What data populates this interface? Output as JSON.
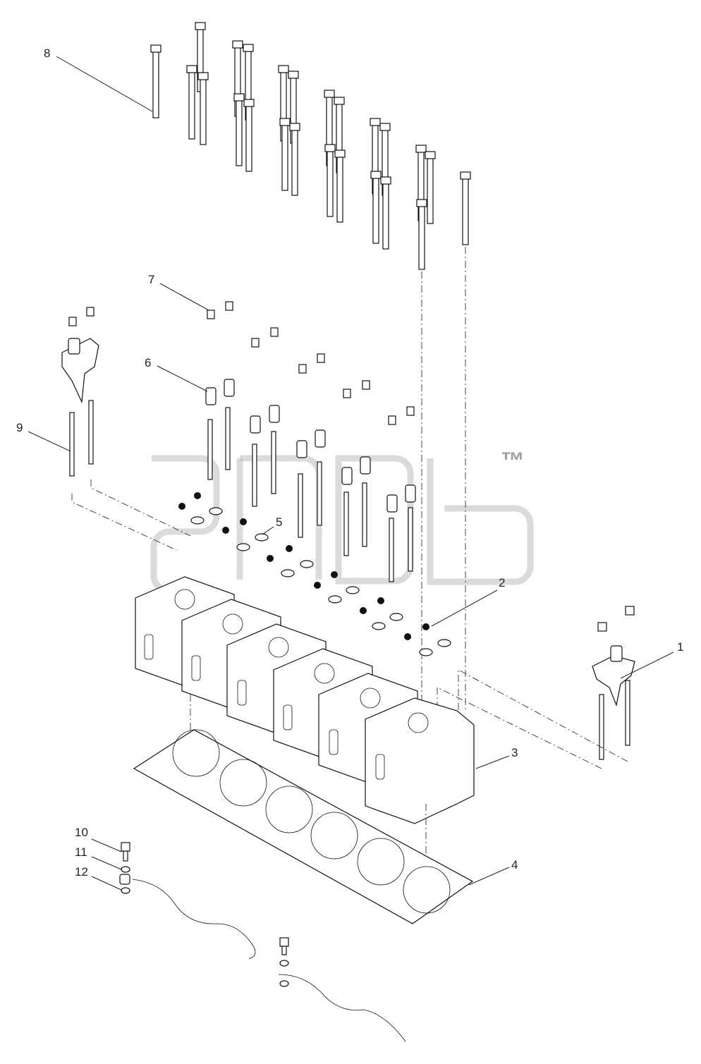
{
  "callouts": [
    "1",
    "2",
    "3",
    "4",
    "5",
    "6",
    "7",
    "8",
    "9",
    "10",
    "11",
    "12"
  ],
  "watermark": {
    "mark": "™"
  }
}
